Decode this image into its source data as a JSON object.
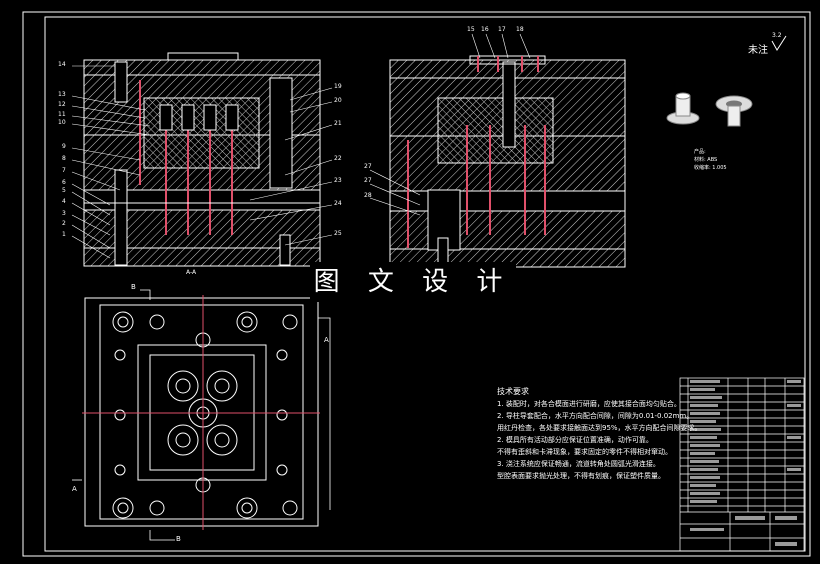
{
  "title_overlay": "图 文 设 计",
  "note_label": "未注",
  "roughness": "3.2",
  "section_label": "A-A",
  "part_info": [
    "产品:",
    "材料: ABS",
    "收缩率: 1.005"
  ],
  "tech_requirements": {
    "heading": "技术要求",
    "lines": [
      "1. 装配时，对各合模面进行研磨，应使其接合面均匀贴合。",
      "2. 导柱导套配合，水平方向配合间隙，间隙为0.01-0.02mm。",
      "用红丹检查，各处要求接触面达到95%，水平方向配合间隙要求。",
      "2. 模具所有活动部分应保证位置准确，动作可靠。",
      "不得有歪斜和卡滞现象，要求固定的零件不得相对窜动。",
      "3. 浇注系统应保证畅通，流道转角处圆弧光滑连接。",
      "型腔表面要求抛光处理，不得有划痕，保证塑件质量。"
    ]
  },
  "callouts_left": [
    "14",
    "13",
    "12",
    "11",
    "10",
    "9",
    "8",
    "7",
    "6",
    "5",
    "4",
    "3",
    "2",
    "1"
  ],
  "callouts_right": [
    "19",
    "20",
    "21",
    "22",
    "23",
    "24",
    "25"
  ],
  "callouts_top": [
    "15",
    "16",
    "17",
    "18"
  ],
  "callouts_mid": [
    "27",
    "27",
    "28"
  ],
  "section_markers": [
    "B",
    "B",
    "A",
    "A"
  ]
}
